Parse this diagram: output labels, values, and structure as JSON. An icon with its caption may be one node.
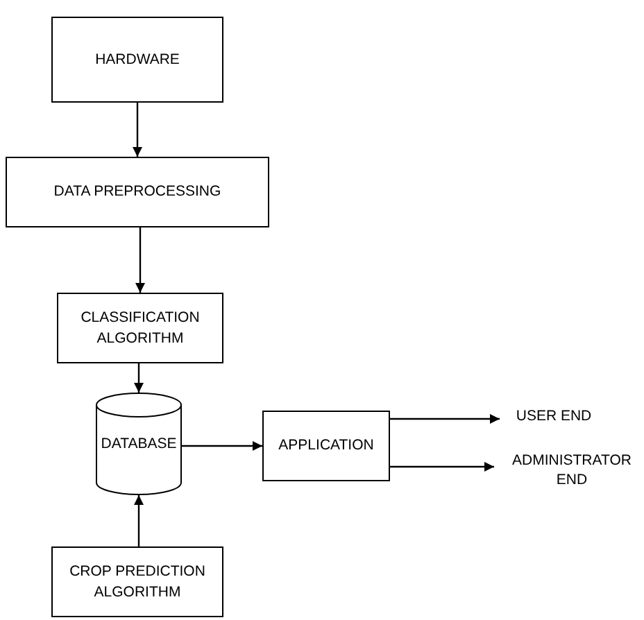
{
  "diagram": {
    "nodes": [
      {
        "text": [
          "HARDWARE"
        ]
      },
      {
        "text": [
          "DATA PREPROCESSING"
        ]
      },
      {
        "text": [
          "CLASSIFICATION ALGORITHM"
        ]
      },
      {
        "text": [
          "DATABASE"
        ]
      },
      {
        "text": [
          "APPLICATION"
        ]
      },
      {
        "text": [
          "USER END"
        ]
      },
      {
        "text": [
          "ADMINISTRATOR END"
        ]
      },
      {
        "text": [
          "CROP PREDICTION ALGORITHM"
        ]
      }
    ],
    "edges": [
      {
        "from": 0,
        "to": 1,
        "arrow": "to"
      },
      {
        "from": 1,
        "to": 2,
        "arrow": "to"
      },
      {
        "from": 2,
        "to": 3,
        "arrow": "to"
      },
      {
        "from": 3,
        "to": 4,
        "arrow": "to"
      },
      {
        "from": 4,
        "to": 5,
        "arrow": "to"
      },
      {
        "from": 4,
        "to": 6,
        "arrow": "to"
      },
      {
        "from": 7,
        "to": 3,
        "arrow": "to"
      }
    ]
  }
}
